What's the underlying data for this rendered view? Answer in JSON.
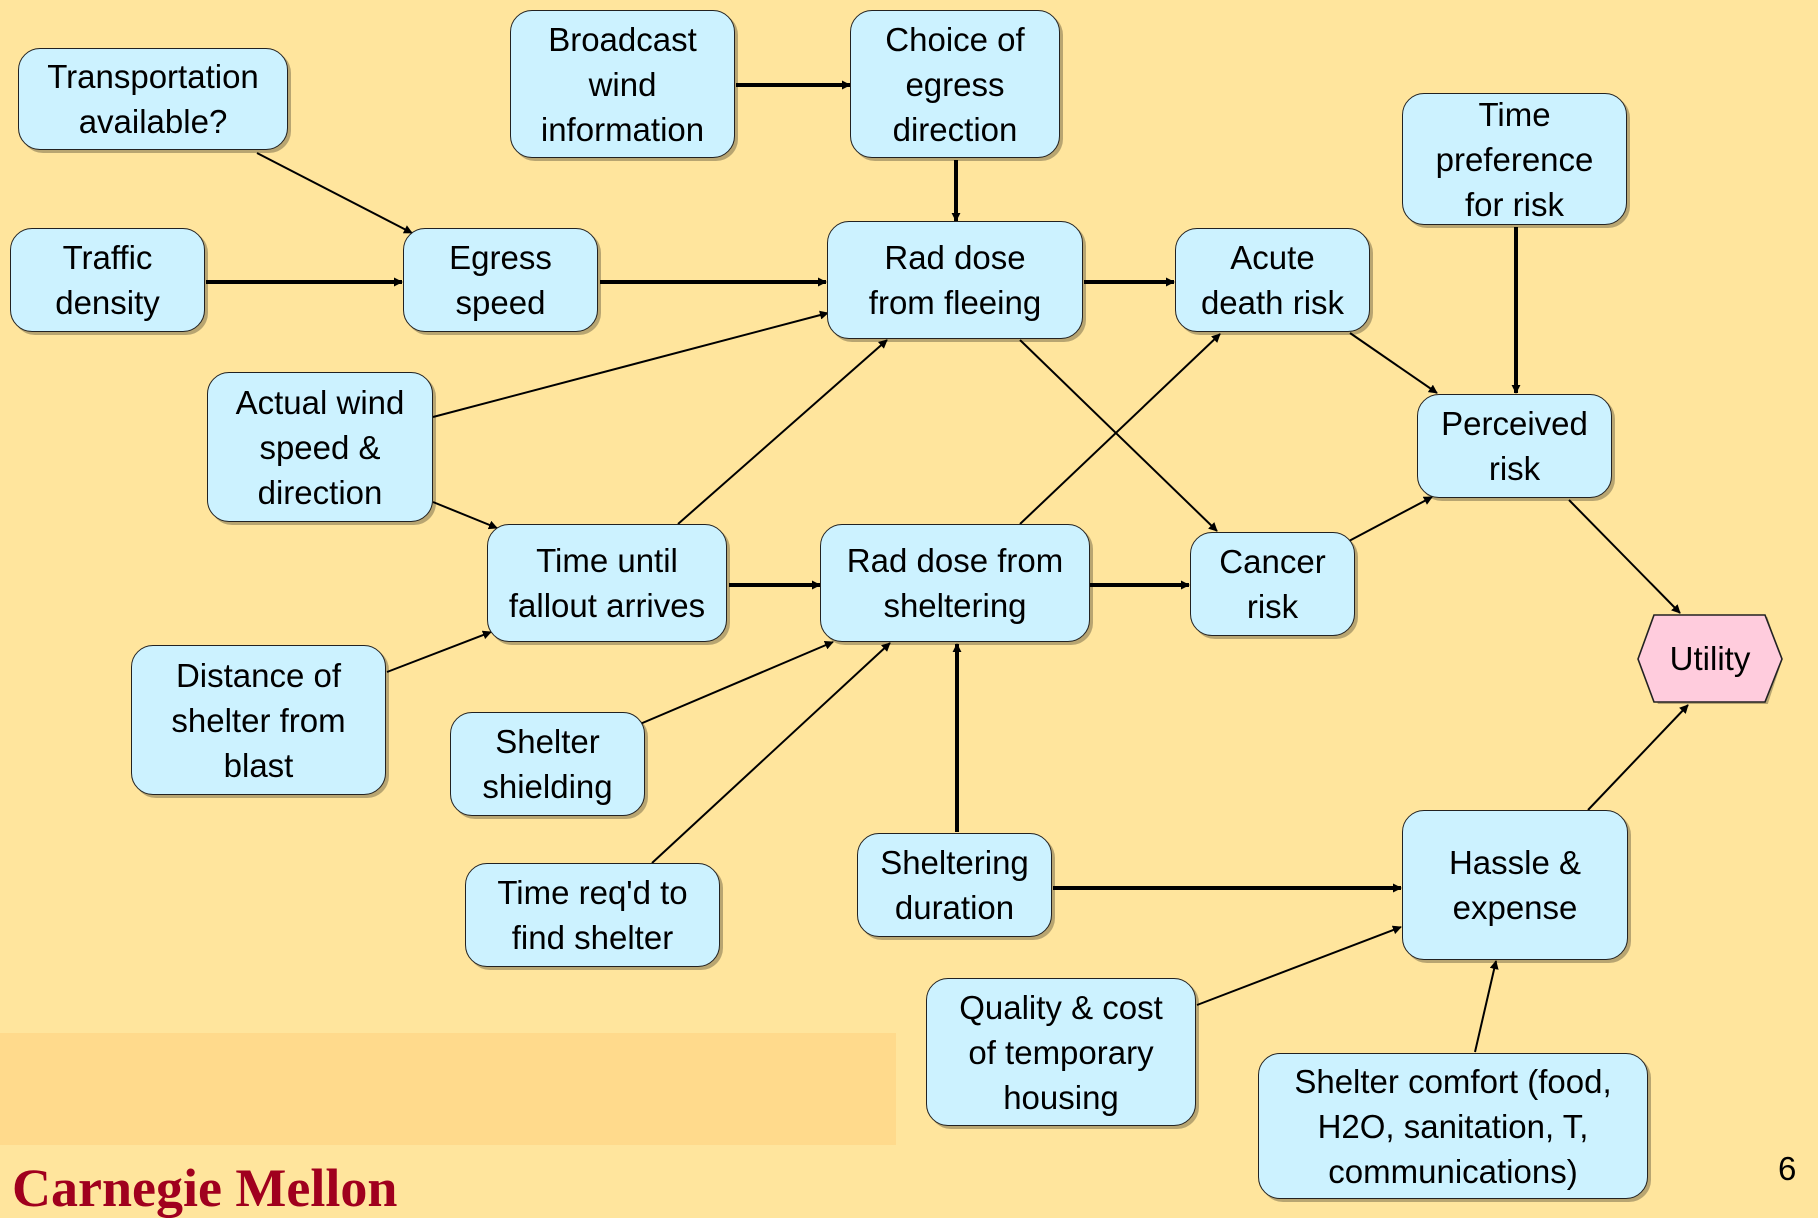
{
  "nodes": {
    "transportation": "Transportation\navailable?",
    "broadcast": "Broadcast\nwind\ninformation",
    "choice_egress": "Choice of\negress\ndirection",
    "time_pref": "Time\npreference\nfor risk",
    "traffic": "Traffic\ndensity",
    "egress_speed": "Egress\nspeed",
    "rad_fleeing": "Rad dose\nfrom fleeing",
    "acute_death": "Acute\ndeath risk",
    "actual_wind": "Actual wind\nspeed &\ndirection",
    "perceived_risk": "Perceived\nrisk",
    "time_fallout": "Time until\nfallout arrives",
    "rad_sheltering": "Rad dose from\nsheltering",
    "cancer_risk": "Cancer\nrisk",
    "utility": "Utility",
    "distance_shelter": "Distance of\nshelter from\nblast",
    "shelter_shielding": "Shelter\nshielding",
    "time_find_shelter": "Time req'd to\nfind shelter",
    "sheltering_duration": "Sheltering\nduration",
    "hassle": "Hassle &\nexpense",
    "quality_housing": "Quality & cost\nof temporary\nhousing",
    "shelter_comfort": "Shelter comfort (food,\nH2O, sanitation, T,\ncommunications)"
  },
  "footer": {
    "brand": "Carnegie Mellon",
    "page_number": "6"
  },
  "colors": {
    "background": "#ffe59d",
    "node_fill": "#ccf2ff",
    "utility_fill": "#ffccdd",
    "brand": "#a0001e"
  }
}
